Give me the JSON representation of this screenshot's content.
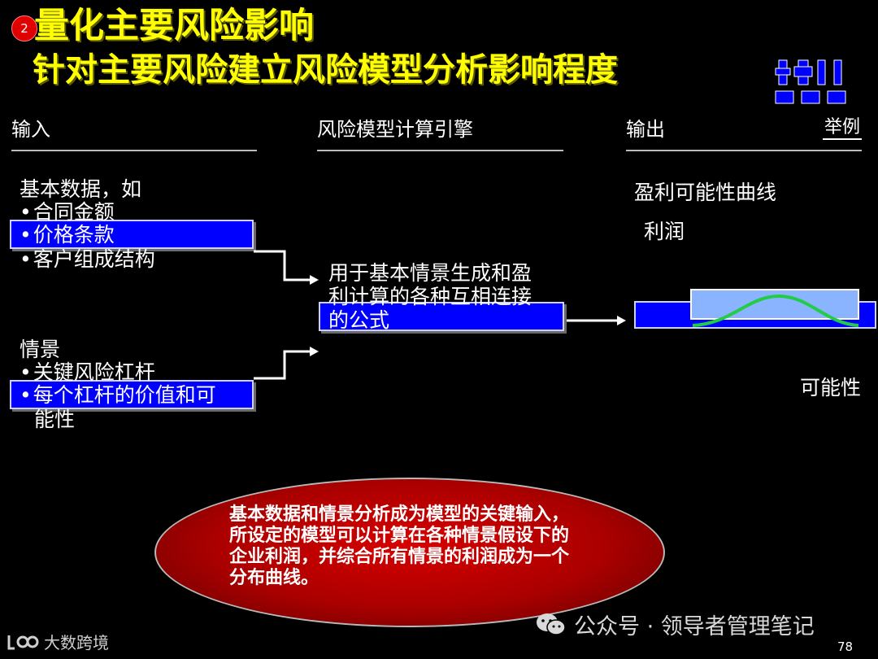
{
  "header": {
    "badge": "2",
    "title_line1": "量化主要风险影响",
    "title_line2": "针对主要风险建立风险模型分析影响程度"
  },
  "example_label": "举例",
  "columns": {
    "input": "输入",
    "engine": "风险模型计算引擎",
    "output": "输出"
  },
  "input_block1": {
    "heading": "基本数据，如",
    "items": [
      "合同金额",
      "价格条款",
      "客户组成结构"
    ]
  },
  "input_block2": {
    "heading": "情景",
    "items": [
      "关键风险杠杆",
      "每个杠杆的价值和可",
      "能性"
    ]
  },
  "engine_text": [
    "用于基本情景生成和盈",
    "利计算的各种互相连接",
    "的公式"
  ],
  "output": {
    "curve_title": "盈利可能性曲线",
    "y_label": "利润",
    "x_label": "可能性"
  },
  "summary": [
    "基本数据和情景分析成为模型的关键输入，",
    "所设定的模型可以计算在各种情景假设下的",
    "企业利润，并综合所有情景的利润成为一个",
    "分布曲线。"
  ],
  "footer": {
    "left_brand": "大数跨境",
    "right_brand": "公众号 · 领导者管理笔记",
    "page": "78"
  },
  "colors": {
    "title": "#ffff00",
    "highlight": "#0000ff",
    "ellipse": "#cc0000",
    "curve": "#22cc44",
    "box": "#8ab4ff"
  }
}
